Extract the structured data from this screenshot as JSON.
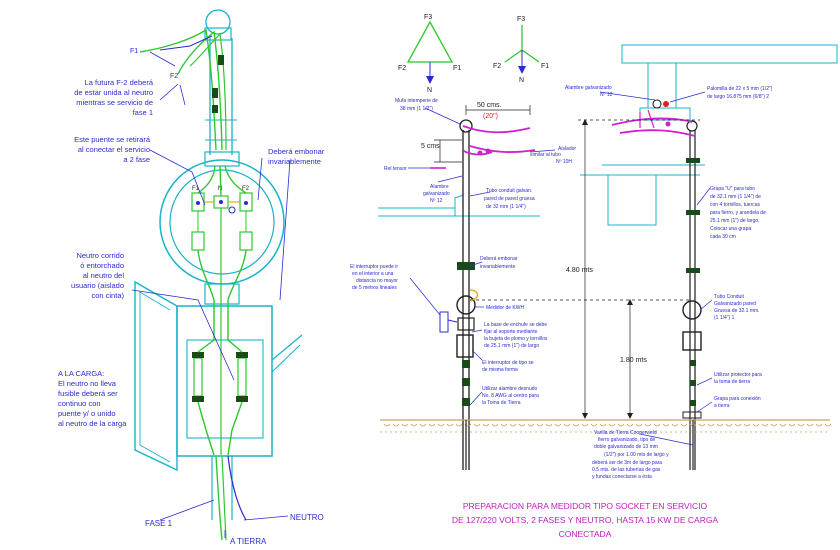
{
  "colors": {
    "blue": "#2a2ad4",
    "cyan": "#18b4c8",
    "green": "#2ec82e",
    "magenta": "#d020d0",
    "red": "#e02020",
    "dark": "#202020",
    "tan": "#c8a060"
  },
  "left": {
    "labels": {
      "f1": "F1",
      "f2": "F2",
      "futura_1": "La futura F-2 deberá",
      "futura_2": "de estar unida al neutro",
      "futura_3": "mientras se servicio de",
      "futura_4": "fase 1",
      "puente_1": "Este puente se retirará",
      "puente_2": "al conectar el servicio",
      "puente_3": "a 2 fase",
      "embonar_1": "Deberá embonar",
      "embonar_2": "invariablemente",
      "neutro_1": "Neutro corrido",
      "neutro_2": "ó entorchado",
      "neutro_3": "al neutro del",
      "neutro_4": "usuario (aislado",
      "neutro_5": "con cinta)",
      "carga_1": "A LA CARGA:",
      "carga_2": "El neutro no lleva",
      "carga_3": "fusible deberá ser",
      "carga_4": "continuo con",
      "carga_5": "puente y/ o unido",
      "carga_6": "al neutro de la carga",
      "fase1": "FASE 1",
      "neutro": "NEUTRO",
      "tierra": "A TIERRA",
      "f1_meter": "F1",
      "n_meter": "N",
      "f2_meter": "F2"
    }
  },
  "right": {
    "symbols": {
      "f3_a": "F3",
      "f2_a": "F2",
      "f1_a": "F1",
      "n_a": "N",
      "f3_b": "F3",
      "f2_b": "F2",
      "f1_b": "F1",
      "n_b": "N"
    },
    "dimensions": {
      "d50": "50 cms.",
      "d20": "(20\")",
      "d5": "5 cms",
      "d480": "4.80 mts",
      "d180": "1.80 mts"
    },
    "notes": {
      "alambre_galv": "Alambre galvanizado",
      "no12": "Nº 12",
      "palomilla_1": "Palomilla de 22 x 5 mm (1/2\")",
      "palomilla_2": "de largo 16.875 mm (6/8\") 2",
      "mufa_1": "Mufa intemperie de",
      "mufa_2": "38 mm (1 1/2\")",
      "aislador_1": "Aislador",
      "aislador_2": "similar al tubo",
      "aislador_3": "Nº 10H",
      "reel": "Rel tensor",
      "alambre2_1": "Alambre",
      "alambre2_2": "galvanizado",
      "alambre2_3": "Nº 12",
      "tubo_1": "Tubo conduit galvan.",
      "tubo_2": "pared de pared gruesa",
      "tubo_3": "de 32 mm (1 1/4\")",
      "grapa_1": "Grapa \"U\" para tubo",
      "grapa_2": "de 32.1 mm (1 1/4\") de",
      "grapa_3": "con 4 tornillos, tuercas",
      "grapa_4": "para fierro, y arandela de",
      "grapa_5": "25.1 mm (1\") de largo.",
      "grapa_6": "Colocar una grapa",
      "grapa_7": "cada 30 cm",
      "interruptor_1": "El interruptor puede ir",
      "interruptor_2": "en el interior a una",
      "interruptor_3": "distancia no mayor",
      "interruptor_4": "de 5 metros lineales",
      "debera_1": "Deberá embonar",
      "debera_2": "invariablemente",
      "medidor": "Medidor de KWH",
      "base_1": "La base de enchufe se debe",
      "base_2": "fijar al soporte mediante",
      "base_3": "la bujeta de plomo y tornillos",
      "base_4": "de 25.1 mm (1\") de largo",
      "int_1": "El interruptor de tipo se",
      "int_2": "de misma forma",
      "utilizar_1": "Utilizar alambre desnudo",
      "utilizar_2": "No. 8 AWG al centro para",
      "utilizar_3": "la Toma de Tierra",
      "tubo2_1": "Tubo Conduit",
      "tubo2_2": "Galvanizado pared",
      "tubo2_3": "Gruesa de 32.1 mm.",
      "tubo2_4": "(1 1/4\") 1",
      "util2_1": "Utilizar protector para",
      "util2_2": "la toma de tierra",
      "grapa2_1": "Grapa para conexión",
      "grapa2_2": "a tierra",
      "varilla_1": "Varilla de Tierra Cooperweld",
      "varilla_2": "fierro galvanizado, tipo de",
      "varilla_3": "doble galvanizado de 13 mm",
      "varilla_4": "(1/2\") por 1.00 mts de largo y",
      "varilla_5": "deberá ser de 3m de largo para",
      "varilla_6": "0.5 mts. de las tuberías de gas",
      "varilla_7": "y fundas conectarse a ésta"
    },
    "title_1": "PREPARACION PARA MEDIDOR TIPO SOCKET EN SERVICIO",
    "title_2": "DE 127/220 VOLTS, 2 FASES Y NEUTRO, HASTA 15 KW DE CARGA",
    "title_3": "CONECTADA"
  }
}
